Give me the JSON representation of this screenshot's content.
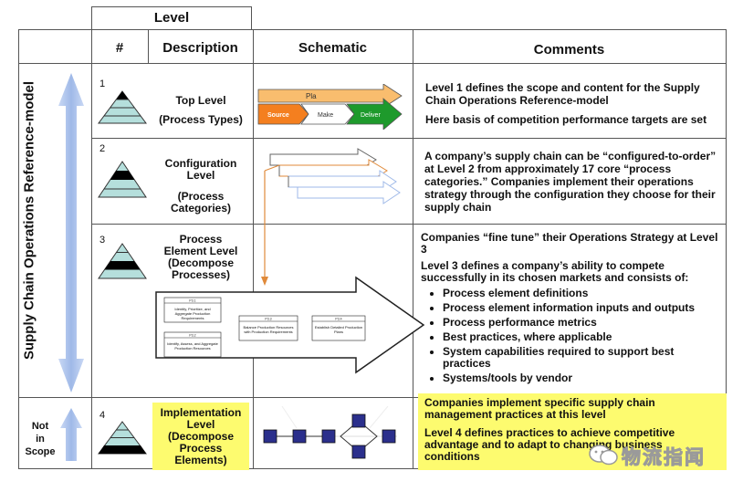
{
  "header": {
    "level": "Level",
    "num": "#",
    "description": "Description",
    "schematic": "Schematic",
    "comments": "Comments"
  },
  "side": {
    "scor_label": "Supply Chain Operations Reference-model",
    "not_in_scope": [
      "Not",
      "in",
      "Scope"
    ]
  },
  "rows": [
    {
      "num": "1",
      "description": [
        "Top Level",
        "(Process Types)"
      ],
      "comments": [
        "Level 1 defines the scope and content for the Supply Chain Operations Reference-model",
        "Here basis of competition performance targets are set"
      ]
    },
    {
      "num": "2",
      "description": [
        "Configuration",
        "Level",
        "(Process",
        "Categories)"
      ],
      "comments": [
        "A company’s supply chain can be “configured-to-order” at Level 2 from approximately 17 core “process categories.” Companies implement their operations strategy through the configuration they choose for their supply chain"
      ]
    },
    {
      "num": "3",
      "description": [
        "Process",
        "Element Level",
        "(Decompose",
        "Processes)"
      ],
      "comments": [
        "Companies “fine tune” their Operations Strategy at Level 3",
        "Level 3 defines a company’s ability to compete successfully in its chosen markets and consists of:"
      ],
      "bullets": [
        "Process element definitions",
        "Process element information inputs and outputs",
        "Process performance metrics",
        "Best practices, where applicable",
        "System capabilities required to support best practices",
        "Systems/tools by vendor"
      ]
    },
    {
      "num": "4",
      "description": [
        "Implementation",
        "Level",
        "(Decompose",
        "Process",
        "Elements)"
      ],
      "comments": [
        "Companies implement specific supply chain management practices at this level",
        "Level 4 defines practices to achieve competitive advantage and to adapt to changing business conditions"
      ]
    }
  ],
  "schematic1": {
    "plan": "Pla",
    "source": "Source",
    "make": "Make",
    "deliver": "Deliver"
  },
  "schematic3": {
    "box1_title": "P3.1",
    "box1_text": "Identify, Prioritize, and Aggregate Production Requirements",
    "box2_title": "P3.2",
    "box2_text": "Identify, Assess, and Aggregate Production Resources",
    "box3_title": "P3.3",
    "box3_text": "Balance Production Resources with Production Requirements",
    "box4_title": "P3.4",
    "box4_text": "Establish Detailed Production Plans"
  },
  "watermark": "物流指闻",
  "colors": {
    "highlight": "#fdfb6f",
    "arrow_blue": "#9fb9e8",
    "triangle_teal": "#b5dfdc",
    "plan_orange": "#f9bd6e",
    "source_orange": "#f47f1f",
    "deliver_green": "#1e9a2c",
    "node_navy": "#2b2f8c"
  }
}
